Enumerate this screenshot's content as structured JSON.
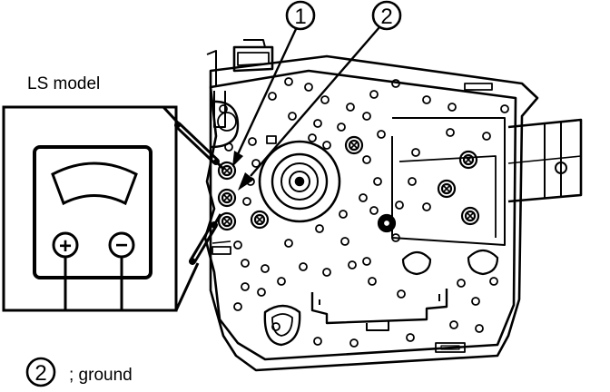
{
  "diagram": {
    "model_label": "LS model",
    "callout_1": "1",
    "callout_2": "2",
    "meter": {
      "positive_symbol": "+",
      "negative_symbol": "−"
    },
    "legend": {
      "number": "2",
      "text": "; ground"
    }
  },
  "colors": {
    "ink": "#000000",
    "paper": "#ffffff"
  }
}
